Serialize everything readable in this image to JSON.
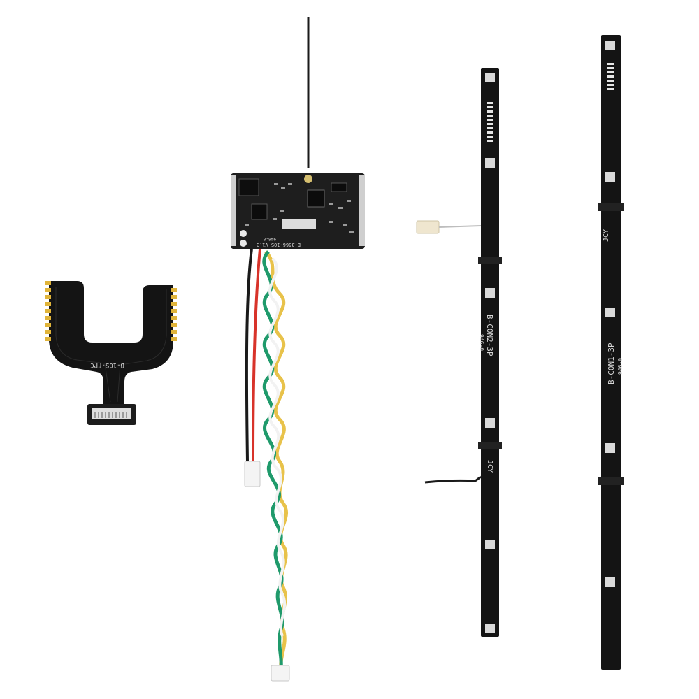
{
  "colors": {
    "background": "#ffffff",
    "pcb_black": "#141414",
    "board_gray": "#3a3a3a",
    "gold_pad": "#e0b43a",
    "silver_pad": "#d9d9d9",
    "wire_red": "#d8332a",
    "wire_black": "#1a1a1a",
    "wire_green": "#1f9a6b",
    "wire_yellow": "#e8c24a",
    "wire_white": "#f2f2f2",
    "connector_white": "#f4f4f4"
  },
  "fpc_board": {
    "label": "B-10S-FPC"
  },
  "bms_board": {
    "label": "B-3666-10S V1.3",
    "marking": "946-0"
  },
  "strip_left": {
    "label": "B-CON2-3P",
    "code": "946-0",
    "brand": "JCY"
  },
  "strip_right": {
    "label": "B-CON1-3P",
    "code": "946-0",
    "brand": "JCY"
  }
}
